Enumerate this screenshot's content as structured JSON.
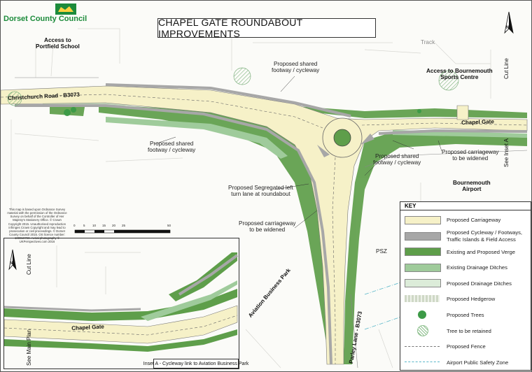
{
  "header": {
    "org": "Dorset County Council",
    "title": "CHAPEL GATE ROUNDABOUT IMPROVEMENTS"
  },
  "labels": {
    "track": "Track",
    "cut_line": "Cut Line",
    "access_portfield": "Access to\nPortfield School",
    "shared_top": "Proposed shared\nfootway / cycleway",
    "access_bournemouth": "Access to Bournemouth\nSports Centre",
    "christchurch": "Christchurch Road - B3073",
    "chapel_gate": "Chapel Gate",
    "shared_left": "Proposed shared\nfootway / cycleway",
    "widen_right": "Proposed carriageway\nto be widened",
    "see_inset": "See Inset A",
    "shared_right": "Proposed shared\nfootway / cycleway",
    "airport": "Bournemouth\nAirport",
    "seg_left": "Proposed Segregated left\nturn lane at roundabout",
    "widen_lower": "Proposed carriageway\nto be widened",
    "psz": "PSZ",
    "parley_lane": "Parley Lane - B3073",
    "inset_cut_line": "Cut Line",
    "inset_chapel_gate": "Chapel Gate",
    "aviation_park": "Aviation Business Park",
    "see_main_plan": "See Main Plan",
    "inset_caption": "Inset A - Cycleway link to Aviation Business Park",
    "north": "N"
  },
  "scale_bar": {
    "ticks": [
      "0",
      "5",
      "10",
      "15",
      "20",
      "25",
      "50"
    ]
  },
  "copyright_note": "This map is based upon Ordnance Survey material with the permission of the Ordnance Survey on behalf of the Controller of Her Majesty's Stationery Office. © Crown Copyright 2015. Unauthorised reproduction infringes Crown Copyright and may lead to prosecution or civil proceedings. © Dorset County Council 2015. OS licence number: 100019790. Aerial photography © UKPerspectives.com 2016",
  "key": {
    "title": "KEY",
    "items": [
      {
        "label": "Proposed Carriageway",
        "swatch": "#f6f1c8",
        "kind": "rect"
      },
      {
        "label": "Proposed Cycleway / Footways, Traffic Islands & Field Access",
        "swatch": "#a7a7a7",
        "kind": "rect"
      },
      {
        "label": "Existing and Proposed Verge",
        "swatch": "#5e9e4a",
        "kind": "rect"
      },
      {
        "label": "Existing Drainage Ditches",
        "swatch": "#9fcb9b",
        "kind": "rect"
      },
      {
        "label": "Proposed Drainage Ditches",
        "swatch": "#dcecd9",
        "kind": "rect"
      },
      {
        "label": "Proposed Hedgerow",
        "swatch": "#cfd8c6",
        "kind": "hedge"
      },
      {
        "label": "Proposed Trees",
        "swatch": "#3d9a47",
        "kind": "tree"
      },
      {
        "label": "Tree to be retained",
        "swatch": "#8fc08f",
        "kind": "hatch"
      },
      {
        "label": "Proposed Fence",
        "swatch": "#777777",
        "kind": "dash"
      },
      {
        "label": "Airport Public Safety Zone",
        "swatch": "#59b7c9",
        "kind": "dashdot"
      }
    ]
  },
  "colors": {
    "carriageway": "#f6f1c8",
    "verge": "#5e9e4a",
    "cycleway": "#a7a7a7",
    "brand": "#1c8b3b"
  }
}
